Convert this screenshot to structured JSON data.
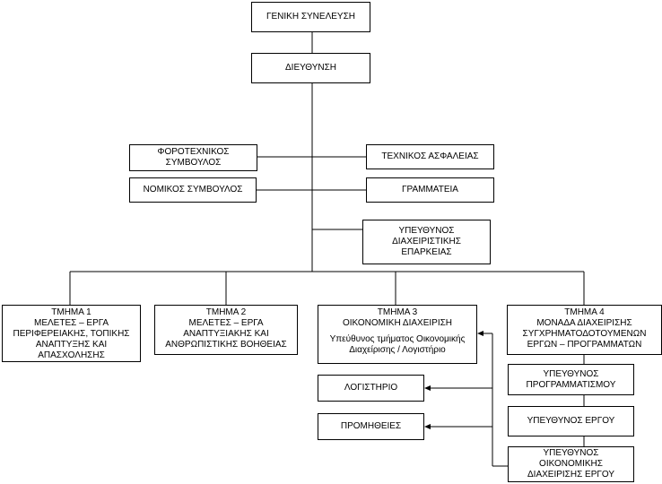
{
  "assembly": "ΓΕΝΙΚΗ ΣΥΝΕΛΕΥΣΗ",
  "management": "ΔΙΕΥΘΥΝΣΗ",
  "tax_advisor": [
    "ΦΟΡΟΤΕΧΝΙΚΟΣ",
    "ΣΥΜΒΟΥΛΟΣ"
  ],
  "safety_tech": "ΤΕΧΝΙΚΟΣ ΑΣΦΑΛΕΙΑΣ",
  "legal_advisor": "ΝΟΜΙΚΟΣ ΣΥΜΒΟΥΛΟΣ",
  "secretariat": "ΓΡΑΜΜΑΤΕΙΑ",
  "adequacy_officer": [
    "ΥΠΕΥΘΥΝΟΣ",
    "ΔΙΑΧΕΙΡΙΣΤΙΚΗΣ",
    "ΕΠΑΡΚΕΙΑΣ"
  ],
  "dept1": [
    "ΤΜΗΜΑ 1",
    "ΜΕΛΕΤΕΣ – ΕΡΓΑ",
    "ΠΕΡΙΦΕΡΕΙΑΚΗΣ, ΤΟΠΙΚΗΣ",
    "ΑΝΑΠΤΥΞΗΣ ΚΑΙ",
    "ΑΠΑΣΧΟΛΗΣΗΣ"
  ],
  "dept2": [
    "ΤΜΗΜΑ 2",
    "ΜΕΛΕΤΕΣ – ΕΡΓΑ",
    "ΑΝΑΠΤΥΞΙΑΚΗΣ ΚΑΙ",
    "ΑΝΘΡΩΠΙΣΤΙΚΗΣ ΒΟΗΘΕΙΑΣ"
  ],
  "dept3": {
    "title": [
      "ΤΜΗΜΑ 3",
      "ΟΙΚΟΝΟΜΙΚΗ ΔΙΑΧΕΙΡΙΣΗ"
    ],
    "head": [
      "Υπεύθυνος τμήματος Οικονομικής",
      "Διαχείρισης / Λογιστήριο"
    ]
  },
  "dept4": [
    "ΤΜΗΜΑ 4",
    "ΜΟΝΑΔΑ ΔΙΑΧΕΙΡΙΣΗΣ",
    "ΣΥΓΧΡΗΜΑΤΟΔΟΤΟΥΜΕΝΩΝ",
    "ΕΡΓΩΝ – ΠΡΟΓΡΑΜΜΑΤΩΝ"
  ],
  "accounting": "ΛΟΓΙΣΤΗΡΙΟ",
  "procurement": "ΠΡΟΜΗΘΕΙΕΣ",
  "planning_officer": [
    "ΥΠΕΥΘΥΝΟΣ",
    "ΠΡΟΓΡΑΜΜΑΤΙΣΜΟΥ"
  ],
  "project_officer": "ΥΠΕΥΘΥΝΟΣ ΕΡΓΟΥ",
  "financial_officer": [
    "ΥΠΕΥΘΥΝΟΣ",
    "ΟΙΚΟΝΟΜΙΚΗΣ",
    "ΔΙΑΧΕΙΡΙΣΗΣ ΕΡΓΟΥ"
  ]
}
